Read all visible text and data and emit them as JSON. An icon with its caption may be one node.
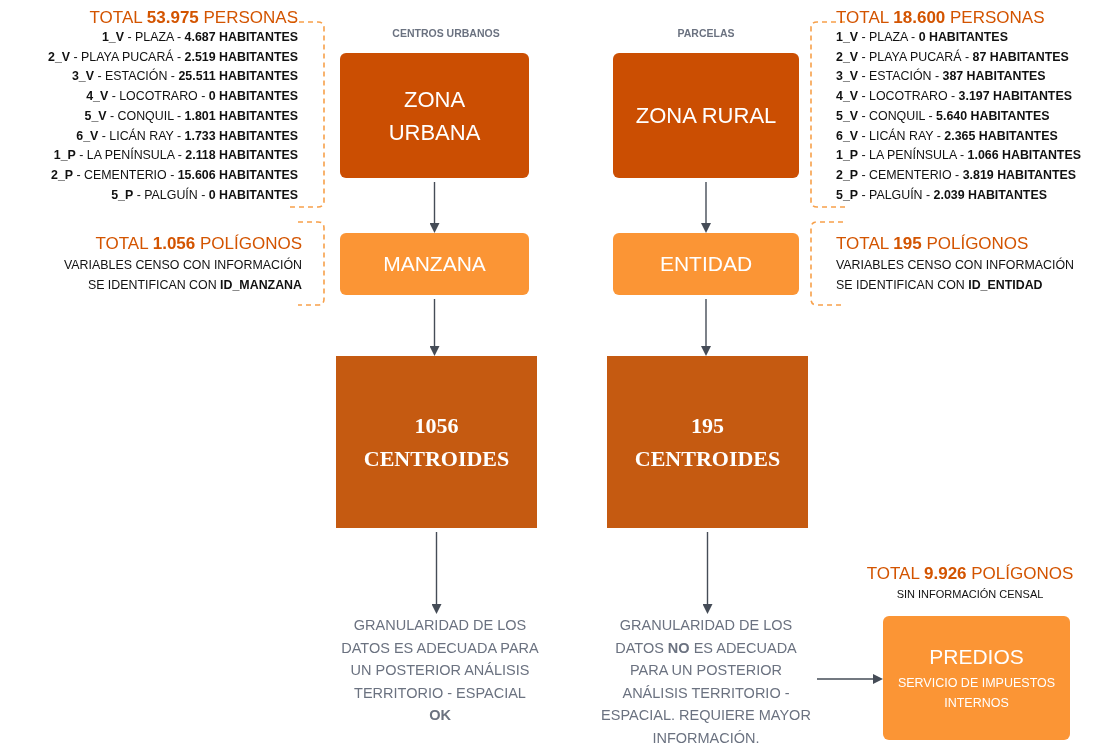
{
  "diagram": {
    "nodes": [
      {
        "text": [
          "ZONA URBANA"
        ],
        "beside": [
          "CENTROS URBANOS",
          "TOTAL **53.975** PERSONAS",
          "**1_V** - PLAZA - **4.687 HABITANTES**",
          "**2_V** - PLAYA PUCARÁ - **2.519 HABITANTES**",
          "**3_V** - ESTACIÓN - **25.511 HABITANTES**",
          "**4_V** - LOCOTRARO - **0 HABITANTES**",
          "**5_V** - CONQUIL - **1.801 HABITANTES**",
          "**6_V** - LICÁN RAY - **1.733 HABITANTES**",
          "**1_P** - LA PENÍNSULA - **2.118 HABITANTES**",
          "**2_P** - CEMENTERIO - **15.606 HABITANTES**",
          "**5_P** - PALGUÍN - **0 HABITANTES**"
        ]
      },
      {
        "text": [
          "MANZANA"
        ],
        "beside": [
          "TOTAL **1.056** POLÍGONOS",
          "VARIABLES CENSO CON INFORMACIÓN SE IDENTIFICAN CON **ID_MANZANA**"
        ]
      },
      {
        "text": [
          "1056 CENTROIDES"
        ]
      },
      {
        "text": [
          "GRANULARIDAD DE LOS DATOS ES ADECUADA PARA UN POSTERIOR ANÁLISIS TERRITORIO - ESPACIAL",
          "OK"
        ]
      },
      {
        "text": [
          "ZONA RURAL"
        ],
        "beside": [
          "PARCELAS",
          "TOTAL **18.600** PERSONAS",
          "**1_V** - PLAZA - **0 HABITANTES**",
          "**2_V** - PLAYA PUCARÁ - **87 HABITANTES**",
          "**3_V** - ESTACIÓN - **387 HABITANTES**",
          "**4_V** - LOCOTRARO - **3.197 HABITANTES**",
          "**5_V** - CONQUIL - **5.640 HABITANTES**",
          "**6_V** - LICÁN RAY - **2.365 HABITANTES**",
          "**1_P** - LA PENÍNSULA - **1.066 HABITANTES**",
          "**2_P** - CEMENTERIO - **3.819 HABITANTES**",
          "**5_P** - PALGUÍN - **2.039 HABITANTES**"
        ]
      },
      {
        "text": [
          "ENTIDAD"
        ],
        "beside": [
          "TOTAL **195** POLÍGONOS",
          "VARIABLES CENSO CON INFORMACIÓN SE IDENTIFICAN CON **ID_ENTIDAD**"
        ]
      },
      {
        "text": [
          "195 CENTROIDES"
        ]
      },
      {
        "text": [
          "GRANULARIDAD DE LOS DATOS **NO** ES ADECUADA PARA UN POSTERIOR ANÁLISIS TERRITORIO - ESPACIAL. REQUIERE MAYOR INFORMACIÓN."
        ]
      },
      {
        "text": [
          "PREDIOS",
          "SERVICIO DE IMPUESTOS INTERNOS"
        ],
        "beside": [
          "TOTAL **9.926** POLÍGONOS",
          "SIN INFORMACIÓN CENSAL"
        ]
      }
    ],
    "edges": [
      {
        "from": 0,
        "to": 1,
        "arrow": "to"
      },
      {
        "from": 1,
        "to": 2,
        "arrow": "to"
      },
      {
        "from": 2,
        "to": 3,
        "arrow": "to"
      },
      {
        "from": 4,
        "to": 5,
        "arrow": "to"
      },
      {
        "from": 5,
        "to": 6,
        "arrow": "to"
      },
      {
        "from": 6,
        "to": 7,
        "arrow": "to"
      },
      {
        "from": 7,
        "to": 8,
        "arrow": "to"
      }
    ]
  }
}
